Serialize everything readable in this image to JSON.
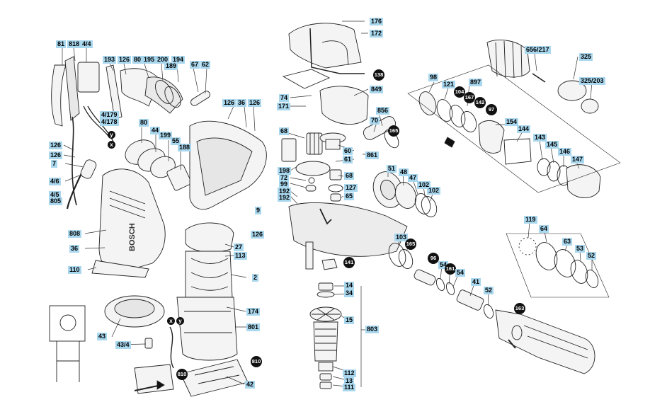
{
  "colors": {
    "label_fill": "#a9d7ee",
    "callout_fill": "#111111",
    "line": "#222222",
    "part_fill": "#f4f4f4"
  },
  "labels": {
    "l81": "81",
    "l818": "818",
    "l44a": "4/4",
    "l193": "193",
    "l126a": "126",
    "l80a": "80",
    "l195": "195",
    "l200": "200",
    "l194": "194",
    "l189": "189",
    "l67": "67",
    "l62": "62",
    "l126b": "126",
    "l36a": "36",
    "l126c": "126",
    "l4179": "4/179",
    "l4178": "4/178",
    "l126d": "126",
    "l126e": "126",
    "l7": "7",
    "l46": "4/6",
    "l45": "4/5",
    "l805": "805",
    "l80b": "80",
    "l44": "44",
    "l199": "199",
    "l55": "55",
    "l188": "188",
    "l9": "9",
    "l126f": "126",
    "l808": "808",
    "l36b": "36",
    "l110": "110",
    "l27": "27",
    "l113": "113",
    "l2": "2",
    "l174": "174",
    "l801": "801",
    "l42": "42",
    "l43": "43",
    "l434": "43/4",
    "l176": "176",
    "l172": "172",
    "l74": "74",
    "l171": "171",
    "l849": "849",
    "l856": "856",
    "l70": "70",
    "l68a": "68",
    "l60": "60",
    "l61": "61",
    "l861": "861",
    "l198": "198",
    "l72": "72",
    "l99": "99",
    "l192a": "192",
    "l192b": "192",
    "l68b": "68",
    "l127": "127",
    "l65": "65",
    "l51": "51",
    "l48": "48",
    "l47": "47",
    "l102a": "102",
    "l102b": "102",
    "l103": "103",
    "l54a": "54",
    "l54b": "54",
    "l41": "41",
    "l52a": "52",
    "l14": "14",
    "l34": "34",
    "l15": "15",
    "l803": "803",
    "l112": "112",
    "l13": "13",
    "l111": "111",
    "l656": "656/217",
    "l325": "325",
    "l325203": "325/203",
    "l98": "98",
    "l121": "121",
    "l897": "897",
    "l154": "154",
    "l144": "144",
    "l143": "143",
    "l145": "145",
    "l146": "146",
    "l147": "147",
    "l119": "119",
    "l64": "64",
    "l63": "63",
    "l53": "53",
    "l52b": "52"
  },
  "callouts": {
    "c138": "138",
    "c165a": "165",
    "c165b": "165",
    "c141": "141",
    "c104": "104",
    "c167": "167",
    "c142": "142",
    "c97": "97",
    "c96": "96",
    "c161": "161",
    "c163": "163",
    "c810a": "810",
    "c810b": "810"
  },
  "markers": {
    "my": "y",
    "mx": "x",
    "my2": "y",
    "mx2": "x"
  },
  "brand_text": "BOSCH"
}
